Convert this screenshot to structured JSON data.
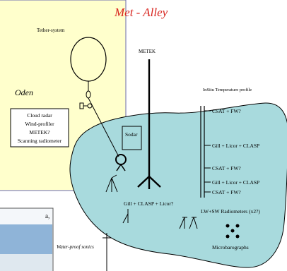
{
  "title": "Met - Alley",
  "labels": {
    "tether": "Tether-system",
    "metek": "METEK",
    "oden": "Oden",
    "insitu": "InSitu Temperature profile",
    "sodar": "Sodar",
    "gill_clasp_licor": "Gill + CLASP + Licor?",
    "lwsw": "LW+SW Radiometers (x2?)",
    "microbarographs": "Microbarographs",
    "waterproof": "Water-proof sonics",
    "edge_fragment": "a,"
  },
  "ship_instruments": [
    "Cloud radar",
    "Wind-profiler",
    "METEK?",
    "Scanning radiometer"
  ],
  "profile_levels": [
    "CSAT + FW?",
    "Gill + Licor + CLASP",
    "CSAT + FW?",
    "Gill + Licor + CLASP",
    "CSAT + FW?"
  ],
  "colors": {
    "title": "#d8251f",
    "floe_fill": "#a8dadd",
    "yellow_panel": "#ffffcc",
    "yellow_border": "#6a6ab0"
  }
}
